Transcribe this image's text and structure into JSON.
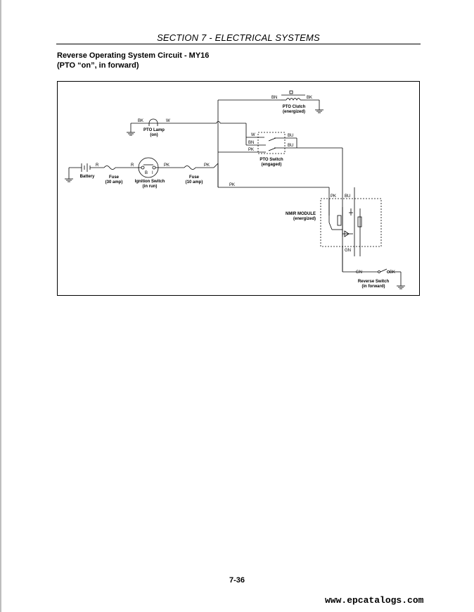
{
  "header": {
    "section": "SECTION 7 - ELECTRICAL SYSTEMS"
  },
  "title": {
    "line1": "Reverse Operating System Circuit - MY16",
    "line2": "(PTO “on”, in forward)"
  },
  "diagram": {
    "pto_clutch": {
      "name": "PTO Clutch",
      "state": "(energized)",
      "wire_left": "BN",
      "wire_right": "BK"
    },
    "pto_lamp": {
      "name": "PTO Lamp",
      "state": "(on)",
      "wire_left": "BK",
      "wire_right": "W"
    },
    "pto_switch": {
      "name": "PTO Switch",
      "state": "(engaged)",
      "wires_left": [
        "W",
        "BN",
        "PK"
      ],
      "wires_right": [
        "BU",
        "BU"
      ]
    },
    "battery": {
      "name": "Battery"
    },
    "fuse_30": {
      "name": "Fuse",
      "rating": "(30 amp)"
    },
    "ignition_switch": {
      "name": "Ignition Switch",
      "state": "(in run)",
      "terminal_b": "B",
      "terminal_i": "I"
    },
    "fuse_10": {
      "name": "Fuse",
      "rating": "(10 amp)"
    },
    "wires": {
      "battery_out": "R",
      "ignition_in": "R",
      "ignition_out": "PK",
      "fuse_out": "PK",
      "module_feed": "PK"
    },
    "nmir_module": {
      "name": "NMIR MODULE",
      "state": "(energized)",
      "wire_in_pk": "PK",
      "wire_in_bu": "BU",
      "wire_out": "GN"
    },
    "reverse_switch": {
      "name": "Reverse Switch",
      "state": "(in forward)",
      "wire_left": "GN",
      "wire_right": "BK"
    }
  },
  "footer": {
    "page_number": "7-36",
    "watermark": "www.epcatalogs.com"
  }
}
